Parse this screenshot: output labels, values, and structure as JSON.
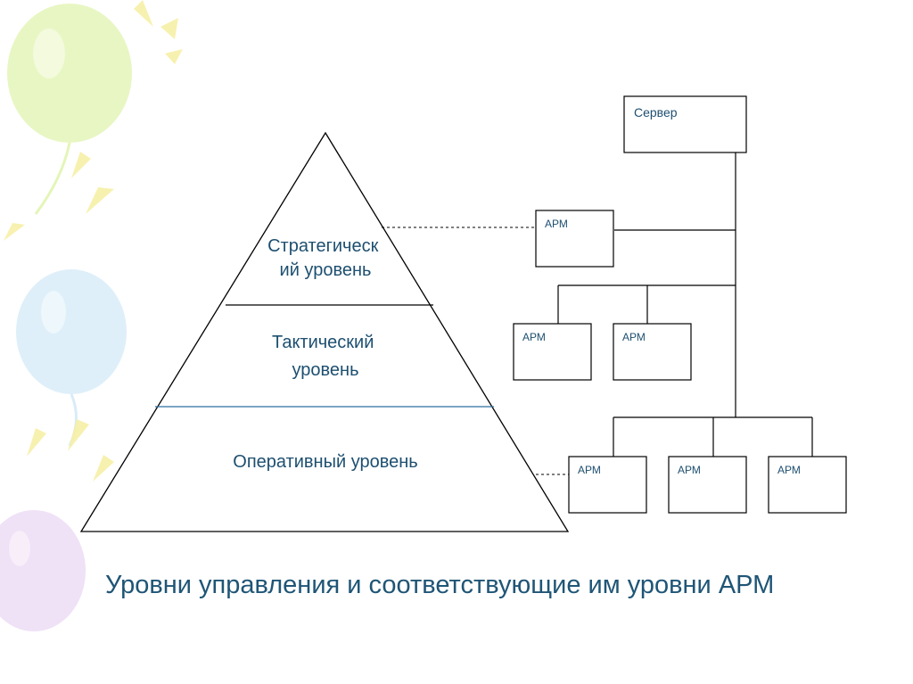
{
  "slide": {
    "title": "Уровни управления и соответствующие им уровни АРМ"
  },
  "pyramid": {
    "levels": [
      {
        "label_line1": "Стратегическ",
        "label_line2": "ий уровень"
      },
      {
        "label_line1": "Тактический",
        "label_line2": "уровень"
      },
      {
        "label_line1": "Оперативный уровень"
      }
    ]
  },
  "network": {
    "server_label": "Сервер",
    "arm_label": "АРМ"
  },
  "colors": {
    "text": "#1d4f70",
    "title": "#1f5576",
    "line": "#000000",
    "divider_blue": "#2f6fa0",
    "balloon_green": "#e4f5b8",
    "balloon_blue": "#d8ecf8",
    "balloon_purple": "#ecdcf4",
    "ray_yellow": "#f7f0a8"
  }
}
